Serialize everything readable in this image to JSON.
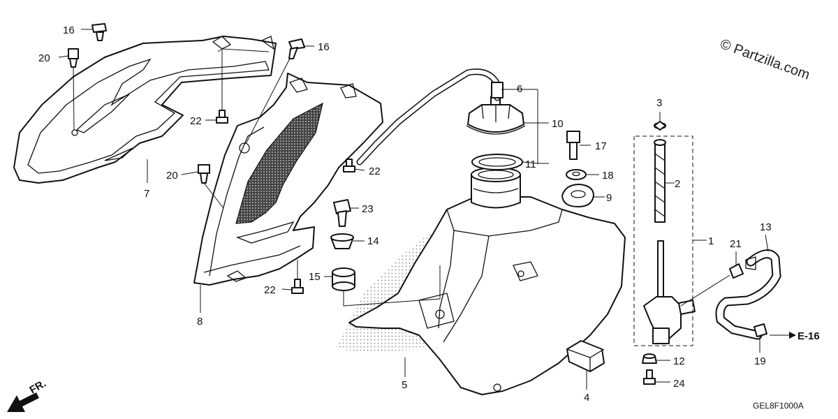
{
  "watermark": "© Partzilla.com",
  "diagram_code": "GEL8F1000A",
  "direction_label": "FR.",
  "reference_label": "E-16",
  "callouts": {
    "c1": "1",
    "c2": "2",
    "c3": "3",
    "c4": "4",
    "c5": "5",
    "c6": "6",
    "c7": "7",
    "c8": "8",
    "c9": "9",
    "c10": "10",
    "c11": "11",
    "c12": "12",
    "c13": "13",
    "c14": "14",
    "c15": "15",
    "c16a": "16",
    "c16b": "16",
    "c17": "17",
    "c18": "18",
    "c19": "19",
    "c20a": "20",
    "c20b": "20",
    "c21": "21",
    "c22a": "22",
    "c22b": "22",
    "c22c": "22",
    "c23": "23",
    "c24": "24"
  }
}
